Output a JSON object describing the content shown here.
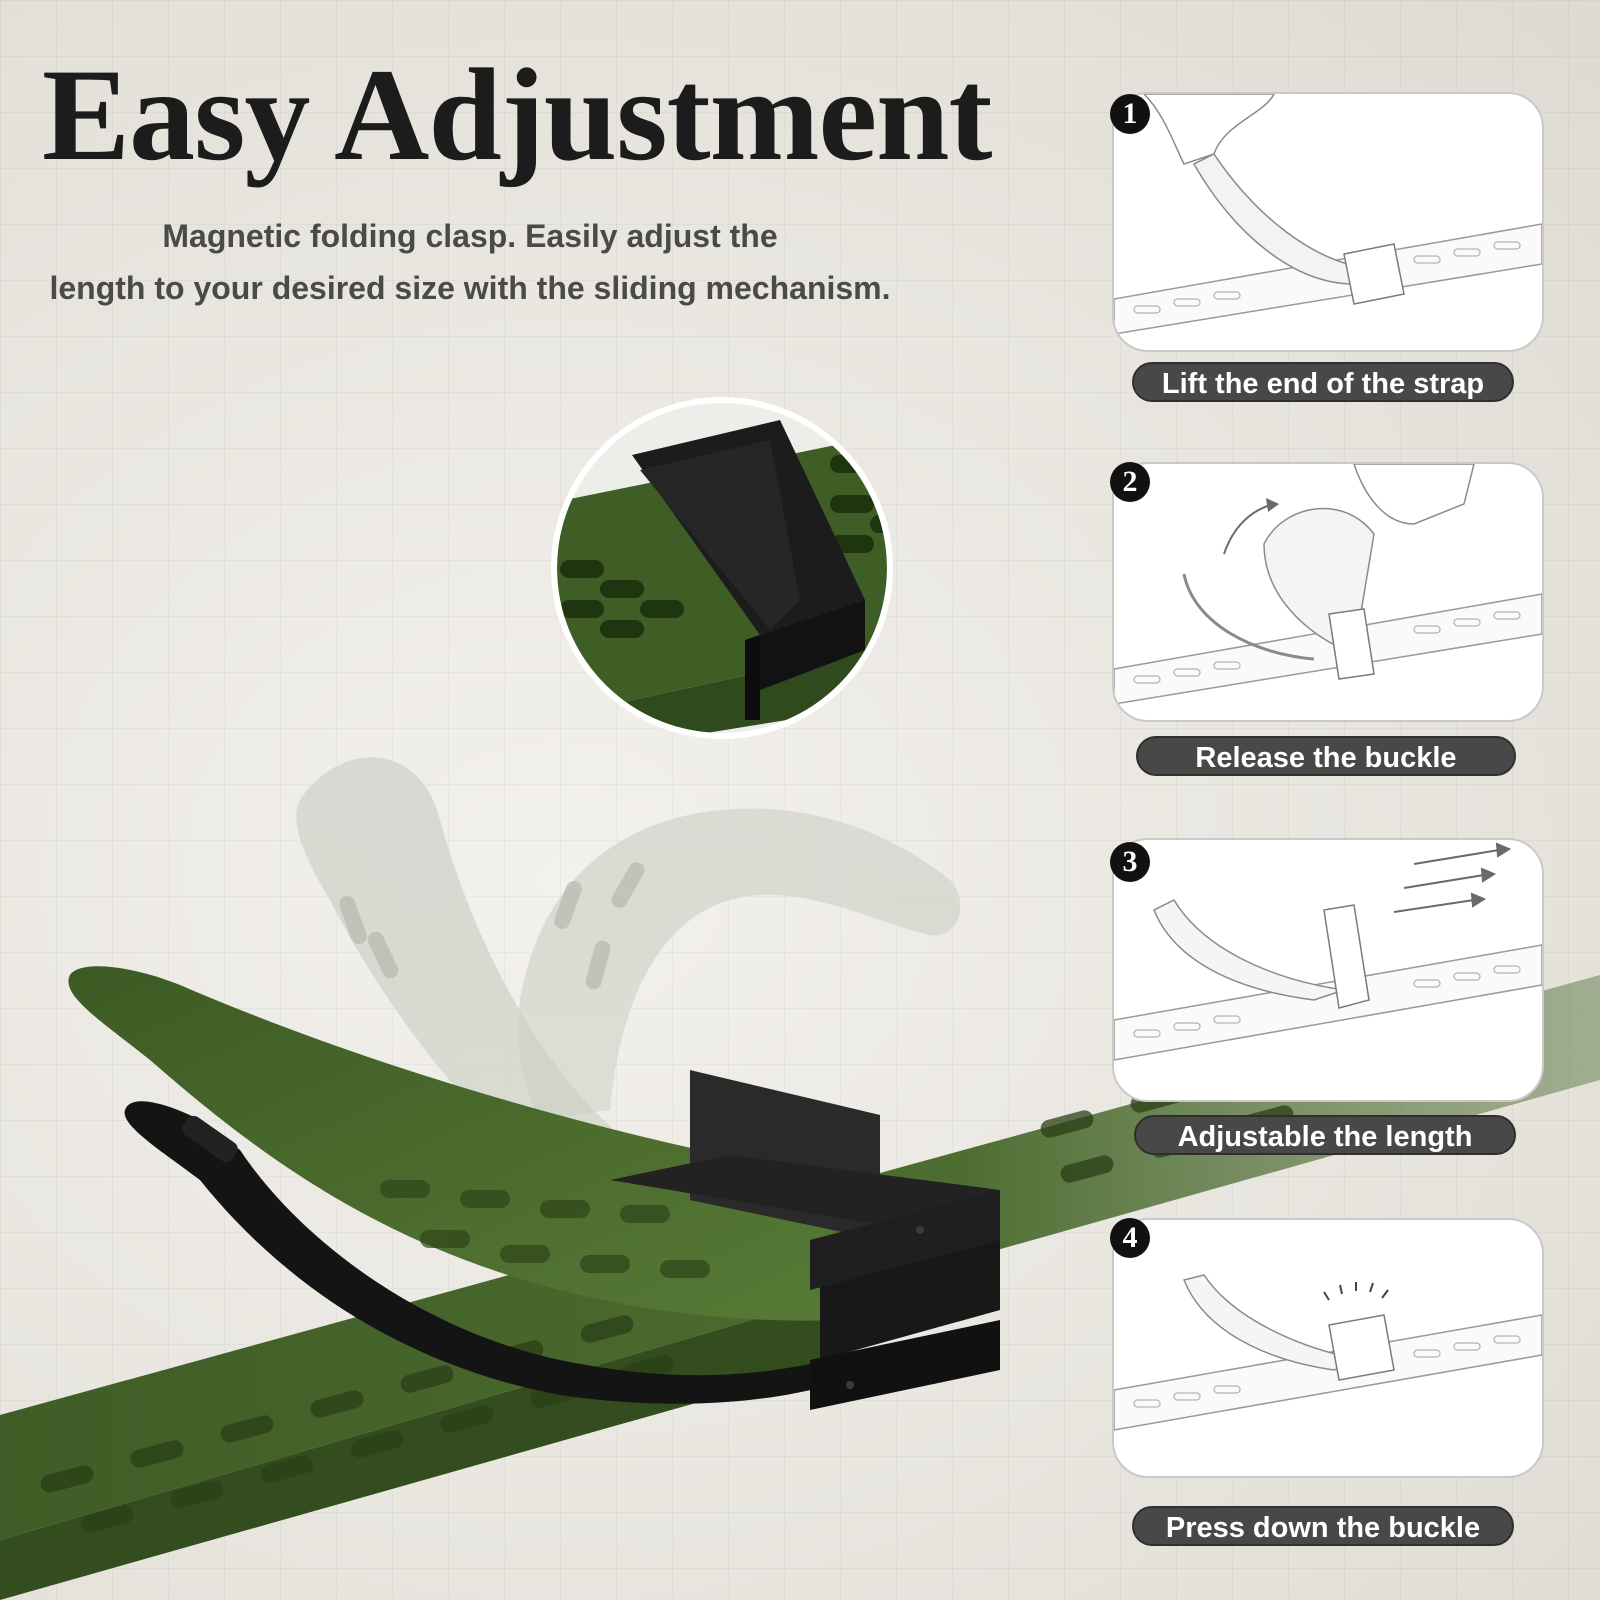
{
  "header": {
    "title": "Easy Adjustment",
    "subtitle_lines": [
      "Magnetic folding clasp. Easily adjust the",
      "length to your desired size with the sliding mechanism."
    ]
  },
  "steps": [
    {
      "number": "1",
      "label": "Lift the end of the strap"
    },
    {
      "number": "2",
      "label": "Release the buckle"
    },
    {
      "number": "3",
      "label": "Adjustable the length"
    },
    {
      "number": "4",
      "label": "Press down the buckle"
    }
  ],
  "colors": {
    "strap_green": "#4a6a2e",
    "buckle_black": "#161616",
    "label_bg": "#484848",
    "background": "#ece9e3"
  }
}
